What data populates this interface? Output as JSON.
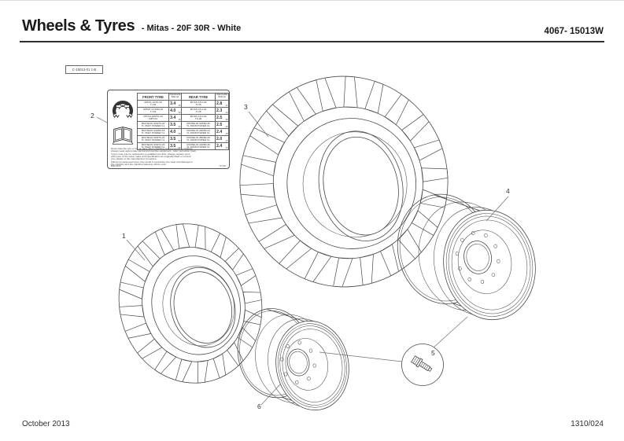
{
  "header": {
    "title": "Wheels & Tyres",
    "subtitle": "- Mitas - 20F 30R - White",
    "part_number": "4067- 15013W"
  },
  "label_box": {
    "text": "C-15013-01 1-B"
  },
  "plate": {
    "icons": {
      "left_top": "tyre-pressure-check-icon",
      "left_bottom": "operator-manual-book-icon"
    },
    "table_header": {
      "front": "FRONT TYRE",
      "rear": "REAR TYRE",
      "pressure_line1": "PRESSURE",
      "pressure_line2": "BAR psi"
    },
    "rows": [
      {
        "front_name": "MITAS 16/70-20",
        "front_sub": "TI-04",
        "front_bar": "3.4",
        "front_psi": "48",
        "rear_name": "MITAS 16.9-30",
        "rear_sub": "TI-05",
        "rear_bar": "2.8",
        "rear_psi": "41"
      },
      {
        "front_name": "MITAS 12.5/80-18",
        "front_sub": "TI-04",
        "front_bar": "4.0",
        "front_psi": "58",
        "rear_name": "MITAS 18.4-24",
        "rear_sub": "TI-05",
        "rear_bar": "2.3",
        "rear_psi": "33"
      },
      {
        "front_name": "MITAS 405/70-20",
        "front_sub": "MPT-04",
        "front_bar": "3.4",
        "front_psi": "48",
        "rear_name": "MITAS 16.9-30",
        "rear_sub": "TS-06",
        "rear_bar": "2.5",
        "rear_psi": "36"
      },
      {
        "front_name": "MICHELIN 400/70-20",
        "front_sub": "TL XM47 POWER CL",
        "front_bar": "3.5",
        "front_psi": "50",
        "rear_name": "MICHELIN 420/80-30",
        "rear_sub": "TL XM28 POWER CL",
        "rear_bar": "2.5",
        "rear_psi": "36"
      },
      {
        "front_name": "MICHELIN 340/80-18",
        "front_sub": "TL XM47 POWER CL",
        "front_bar": "4.0",
        "front_psi": "58",
        "rear_name": "MICHELIN 440/80-24",
        "rear_sub": "TL XM28 POWER CL",
        "rear_bar": "2.4",
        "rear_psi": "35"
      },
      {
        "front_name": "MICHELIN 400/70-20",
        "front_sub": "TL XM47 POWER CL",
        "front_bar": "3.5",
        "front_psi": "50",
        "rear_name": "MICHELIN 480/80-26",
        "rear_sub": "TL XM28 POWER CL",
        "rear_bar": "2.0",
        "rear_psi": "29"
      },
      {
        "front_name": "MICHELIN 400/70-20",
        "front_sub": "TL XM47 POWER CL",
        "front_bar": "3.5",
        "front_psi": "50",
        "rear_name": "MICHELIN 420/80-30",
        "rear_sub": "TL XM28 POWER CL",
        "rear_bar": "2.4",
        "rear_psi": "35"
      }
    ],
    "fine_print": [
      "Never face the tyre or rim at valve when checking tyre pressures or inflating.",
      "Always wear appropriate personal protective equipment - refer instruction book.",
      "Tyres must only be replaced by a qualified tyre fitter. Always replace tyres",
      "with tyres of the same make and specification as originally fitted or consult",
      "your dealer or the manufacturer for advice.",
      "Fitting non-approved tyres may result in excessive tyre wear and damage to",
      "the machine and the machine warranty will be void."
    ],
    "foot_left": "B907/028",
    "foot_right": "727/06"
  },
  "callouts": {
    "c1": "1",
    "c2": "2",
    "c3": "3",
    "c4": "4",
    "c5": "5",
    "c6": "6"
  },
  "footer": {
    "left": "October 2013",
    "right": "1310/024"
  },
  "colors": {
    "line_art": "#4a4a4a",
    "text": "#1a1a1a"
  }
}
